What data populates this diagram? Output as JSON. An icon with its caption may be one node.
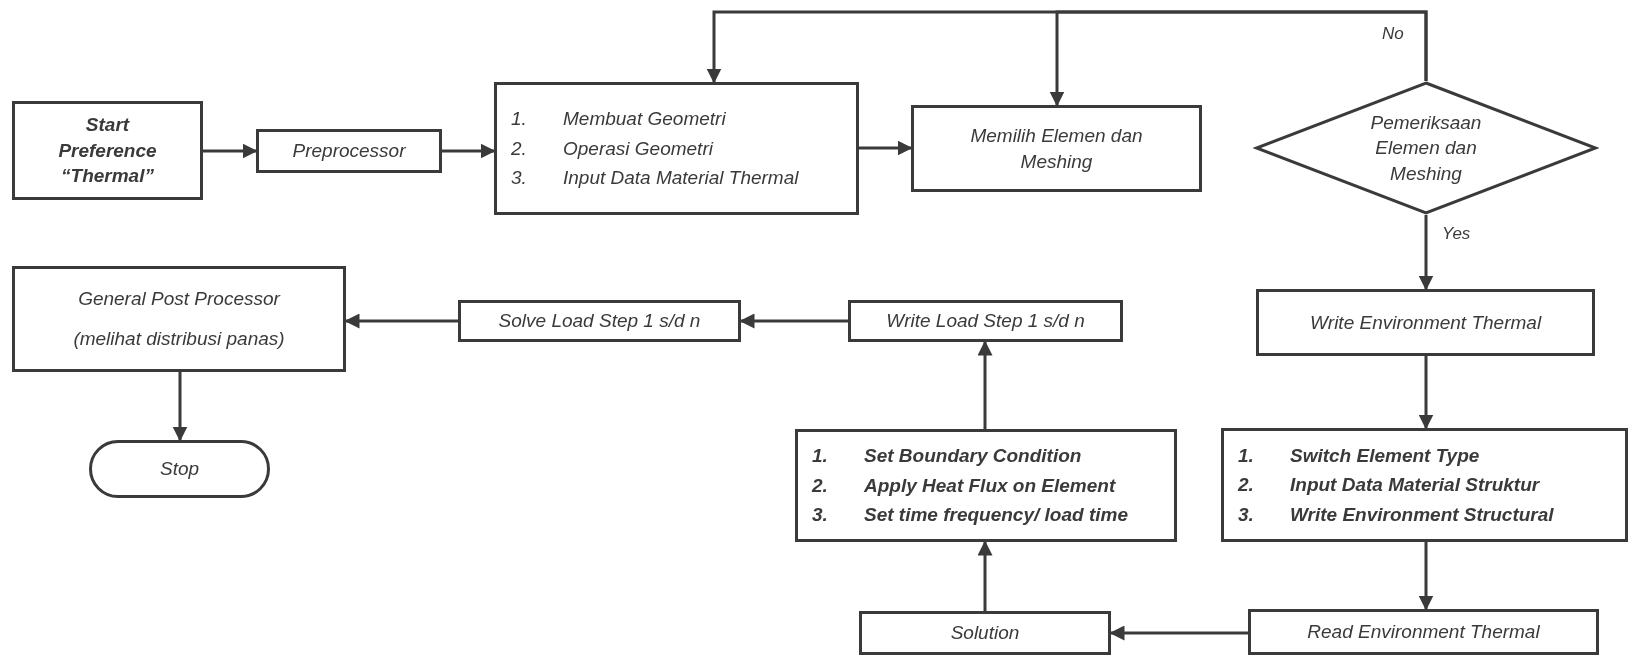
{
  "diagram": {
    "nodes": [
      {
        "text": [
          "Start Preference “Thermal”"
        ]
      },
      {
        "text": [
          "Preprocessor"
        ]
      },
      {
        "text": [
          "1. Membuat Geometri",
          "2. Operasi Geometri",
          "3. Input Data Material Thermal"
        ]
      },
      {
        "text": [
          "Memilih Elemen dan Meshing"
        ]
      },
      {
        "text": [
          "Pemeriksaan Elemen dan Meshing"
        ]
      },
      {
        "text": [
          "Write Environment Thermal"
        ]
      },
      {
        "text": [
          "1. Switch Element Type",
          "2. Input Data Material Struktur",
          "3. Write Environment Structural"
        ]
      },
      {
        "text": [
          "Read Environment Thermal"
        ]
      },
      {
        "text": [
          "Solution"
        ]
      },
      {
        "text": [
          "1. Set Boundary Condition",
          "2. Apply Heat Flux on Element",
          "3. Set time frequency/ load time"
        ]
      },
      {
        "text": [
          "Write Load Step 1 s/d n"
        ]
      },
      {
        "text": [
          "Solve Load Step 1 s/d n"
        ]
      },
      {
        "text": [
          "General Post Processor",
          "(melihat distribusi panas)"
        ]
      },
      {
        "text": [
          "Stop"
        ]
      }
    ],
    "edges": [
      {
        "from": 0,
        "to": 1,
        "arrow": "to"
      },
      {
        "from": 1,
        "to": 2,
        "arrow": "to"
      },
      {
        "from": 2,
        "to": 3,
        "arrow": "to"
      },
      {
        "from": 4,
        "to": 3,
        "arrow": "to"
      },
      {
        "from": 4,
        "to": 2,
        "arrow": "to",
        "label": "No"
      },
      {
        "from": 4,
        "to": 5,
        "arrow": "to",
        "label": "Yes"
      },
      {
        "from": 5,
        "to": 6,
        "arrow": "to"
      },
      {
        "from": 6,
        "to": 7,
        "arrow": "to"
      },
      {
        "from": 7,
        "to": 8,
        "arrow": "to"
      },
      {
        "from": 8,
        "to": 9,
        "arrow": "to"
      },
      {
        "from": 9,
        "to": 10,
        "arrow": "to"
      },
      {
        "from": 10,
        "to": 11,
        "arrow": "to"
      },
      {
        "from": 11,
        "to": 12,
        "arrow": "to"
      },
      {
        "from": 12,
        "to": 13,
        "arrow": "to"
      }
    ]
  }
}
